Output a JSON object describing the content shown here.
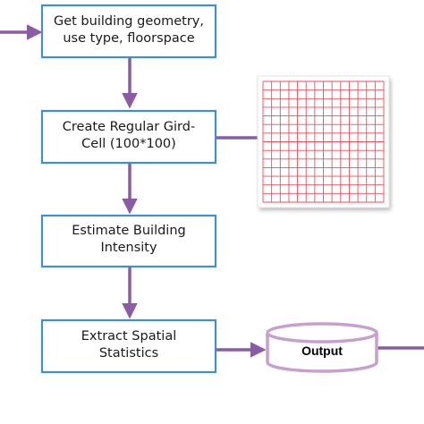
{
  "boxes": [
    {
      "line1": "Get building geometry,",
      "line2": "use type, floorspace"
    },
    {
      "line1": "Create Regular Gird-",
      "line2": "Cell (100*100)"
    },
    {
      "line1": "Estimate Building",
      "line2": "Intensity"
    },
    {
      "line1": "Extract Spatial",
      "line2": "Statistics"
    }
  ],
  "output": {
    "label": "Output"
  },
  "colors": {
    "box_border": "#3f8fd2",
    "arrow": "#8b5ca6",
    "grid_line": "#e8505b",
    "cylinder_border": "#c89fd0"
  }
}
